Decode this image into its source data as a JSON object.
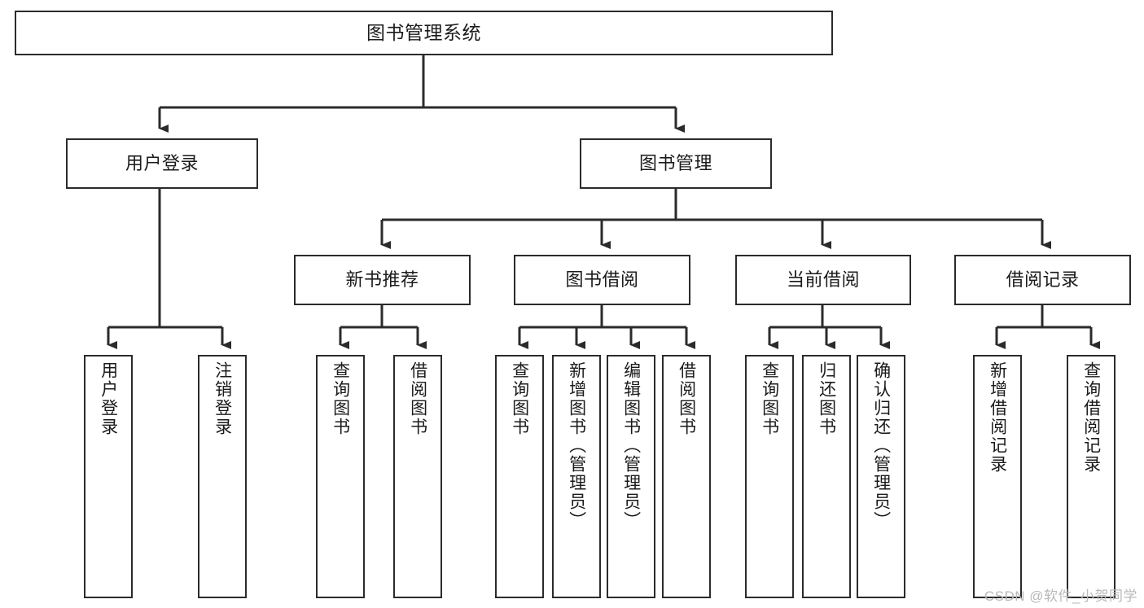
{
  "diagram": {
    "type": "tree",
    "title": "图书管理系统",
    "orientation": "top-down",
    "colors": {
      "stroke": "#2b2b2b",
      "fill": "#ffffff",
      "text": "#1b1b1b",
      "watermark": "#b9b9b9"
    },
    "root": {
      "label": "图书管理系统"
    },
    "level2": [
      {
        "label": "用户登录"
      },
      {
        "label": "图书管理"
      }
    ],
    "level3": [
      {
        "label": "新书推荐"
      },
      {
        "label": "图书借阅"
      },
      {
        "label": "当前借阅"
      },
      {
        "label": "借阅记录"
      }
    ],
    "leaves": {
      "user_login": [
        {
          "label": "用户登录"
        },
        {
          "label": "注销登录"
        }
      ],
      "new_book_recommend": [
        {
          "label": "查询图书"
        },
        {
          "label": "借阅图书"
        }
      ],
      "book_borrow": [
        {
          "label": "查询图书"
        },
        {
          "label": "新增图书（管理员）"
        },
        {
          "label": "编辑图书（管理员）"
        },
        {
          "label": "借阅图书"
        }
      ],
      "current_borrow": [
        {
          "label": "查询图书"
        },
        {
          "label": "归还图书"
        },
        {
          "label": "确认归还（管理员）"
        }
      ],
      "borrow_record": [
        {
          "label": "新增借阅记录"
        },
        {
          "label": "查询借阅记录"
        }
      ]
    }
  },
  "watermark": {
    "text": "CSDN @软件_小贺同学"
  }
}
